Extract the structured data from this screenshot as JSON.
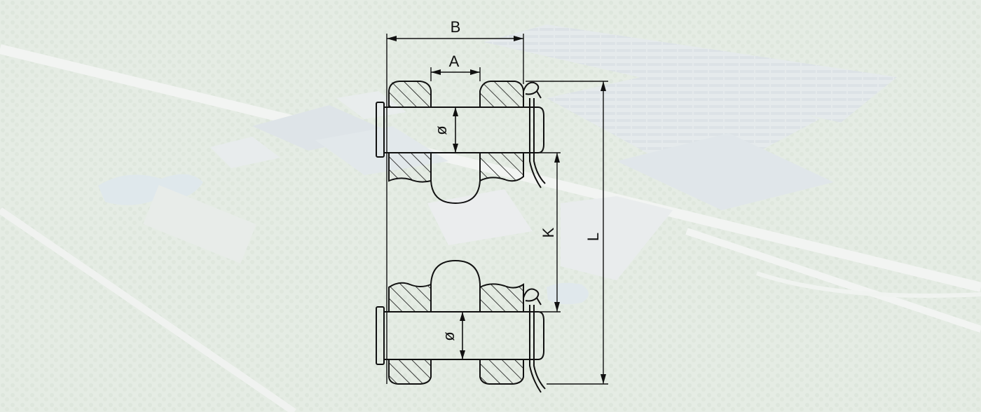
{
  "diagram": {
    "labels": {
      "overall_width": "B",
      "inner_width": "A",
      "pitch": "K",
      "length": "L",
      "pin_diameter_top": "ø",
      "pin_diameter_bottom": "ø"
    },
    "colors": {
      "line": "#111111",
      "background_wash": "#e9eeea"
    }
  }
}
